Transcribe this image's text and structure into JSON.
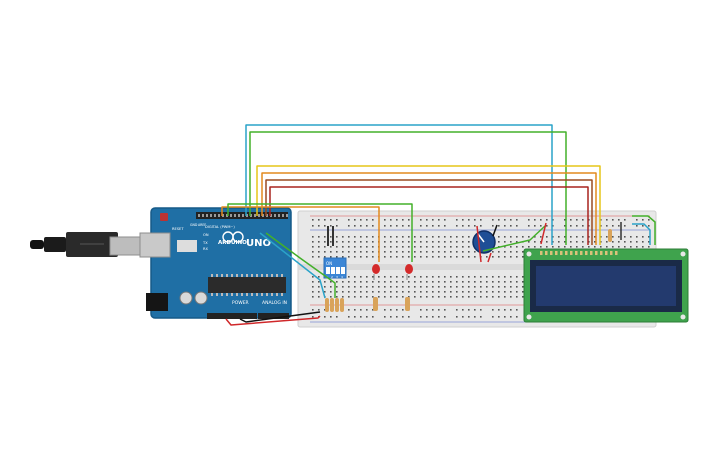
{
  "arduino": {
    "brand": "ARDUINO",
    "model": "UNO",
    "power_header_label": "POWER",
    "analog_header_label": "ANALOG IN",
    "digital_header_label": "DIGITAL (PWM~)",
    "on_label": "ON",
    "tx_label": "TX",
    "rx_label": "RX",
    "reset_label": "RESET",
    "aref_label": "AREF",
    "gnd_label": "GND"
  },
  "dip_switch": {
    "on_label": "ON",
    "numbers": [
      "1",
      "2",
      "3",
      "4"
    ]
  },
  "wires": {
    "colors": {
      "blue": "#2aa3c9",
      "green": "#43b02a",
      "yellow": "#e6c619",
      "orange": "#e28a1f",
      "brown": "#9a4b21",
      "red": "#d0282a",
      "dark_red": "#a8231f"
    }
  },
  "colors": {
    "board": "#1f6fa5",
    "board_dark": "#165a88",
    "breadboard": "#e6e6e6",
    "lcd_pcb": "#3fa34d",
    "lcd_screen": "#233a6e",
    "led": "#d42a2a",
    "pot": "#1f4e96"
  }
}
